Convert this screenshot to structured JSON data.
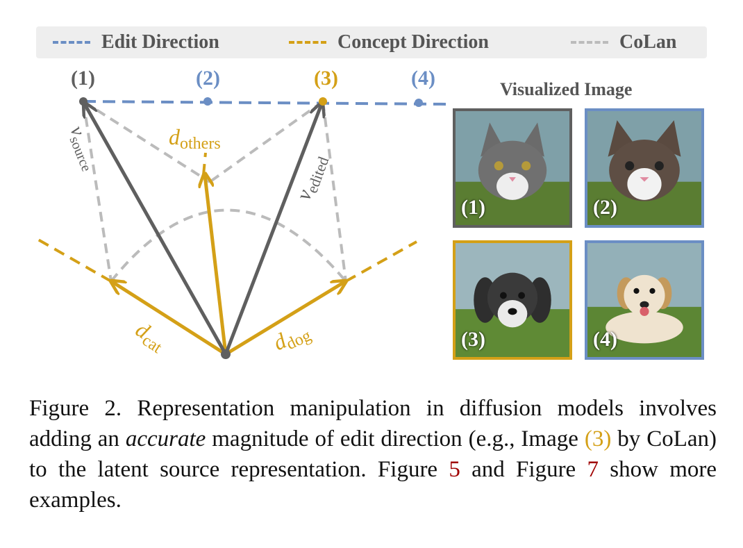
{
  "legend": {
    "edit": "Edit Direction",
    "concept": "Concept Direction",
    "colan": "CoLan"
  },
  "colors": {
    "edit": "#6b8ec4",
    "concept": "#d4a017",
    "colan": "#bbbbbb",
    "vector": "#5f5f5f",
    "legend_bg": "#eeeeee",
    "link": "#a00000"
  },
  "nodes": [
    "(1)",
    "(2)",
    "(3)",
    "(4)"
  ],
  "vectors": {
    "v_source": "v_source",
    "v_edited": "v_edited",
    "d_cat": "d_cat",
    "d_dog": "d_dog",
    "d_others": "d_others"
  },
  "visualized_title": "Visualized Image",
  "thumbnails": [
    {
      "label": "(1)",
      "subject": "cat",
      "border": "#5f5f5f"
    },
    {
      "label": "(2)",
      "subject": "cat-dog",
      "border": "#6b8ec4"
    },
    {
      "label": "(3)",
      "subject": "puppy",
      "border": "#d4a017"
    },
    {
      "label": "(4)",
      "subject": "dog",
      "border": "#6b8ec4"
    }
  ],
  "caption": {
    "part1": "Figure 2. Representation manipulation in diffusion models involves adding an ",
    "em": "accurate",
    "part2": " magnitude of edit direction (e.g., Image ",
    "ref3": "(3)",
    "part3": " by CoLan) to the latent source representation. Figure ",
    "fig5": "5",
    "part4": " and Figure ",
    "fig7": "7",
    "part5": " show more examples."
  }
}
